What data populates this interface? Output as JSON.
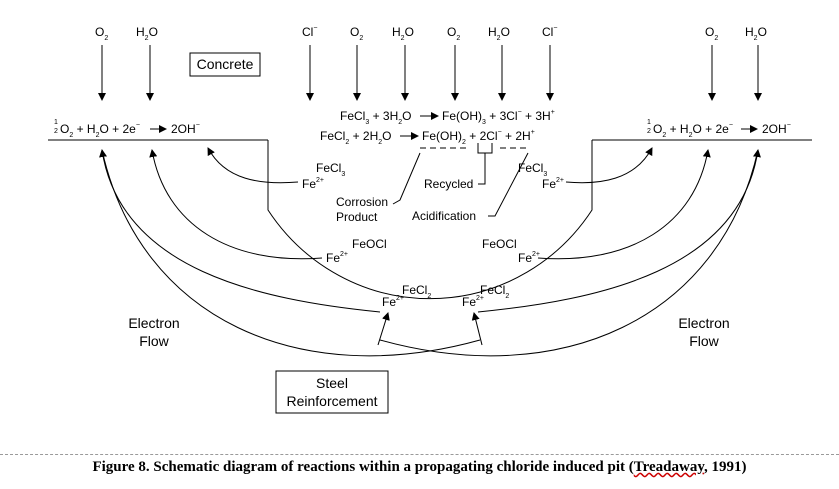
{
  "inputs_top": [
    {
      "text": "O",
      "sub": "2",
      "pos": "top-left-1"
    },
    {
      "text": "H",
      "sub": "2",
      "tail": "O",
      "pos": "top-left-2"
    },
    {
      "text": "Cl",
      "sup": "−",
      "pos": "top-mid-1"
    },
    {
      "text": "O",
      "sub": "2",
      "pos": "top-mid-2"
    },
    {
      "text": "H",
      "sub": "2",
      "tail": "O",
      "pos": "top-mid-3"
    },
    {
      "text": "O",
      "sub": "2",
      "pos": "top-mid-4"
    },
    {
      "text": "H",
      "sub": "2",
      "tail": "O",
      "pos": "top-mid-5"
    },
    {
      "text": "Cl",
      "sup": "−",
      "pos": "top-mid-6"
    },
    {
      "text": "O",
      "sub": "2",
      "pos": "top-right-1"
    },
    {
      "text": "H",
      "sub": "2",
      "tail": "O",
      "pos": "top-right-2"
    }
  ],
  "boxes": {
    "concrete": "Concrete",
    "steel_line1": "Steel",
    "steel_line2": "Reinforcement"
  },
  "cathodic_reaction": {
    "half_num": "1",
    "half_den": "2",
    "body1": "O",
    "sub": "2",
    "body2": " + H",
    "sub2": "2",
    "body3": "O + 2e",
    "sup": "−",
    "product": "2OH",
    "product_sup": "−"
  },
  "reactions": {
    "r1_a": "FeCl",
    "r1_a_sub": "3",
    "r1_b": " + 3H",
    "r1_b_sub": "2",
    "r1_c": "O",
    "r1_d": "Fe(OH)",
    "r1_d_sub": "3",
    "r1_e": " + 3Cl",
    "r1_e_sup": "−",
    "r1_f": " + 3H",
    "r1_f_sup": "+",
    "r2_a": "FeCl",
    "r2_a_sub": "2",
    "r2_b": " + 2H",
    "r2_b_sub": "2",
    "r2_c": "O",
    "r2_d": "Fe(OH)",
    "r2_d_sub": "2",
    "r2_e": " + 2Cl",
    "r2_e_sup": "−",
    "r2_f": " +  2H",
    "r2_f_sup": "+"
  },
  "labels": {
    "recycled": "Recycled",
    "acidification": "Acidification",
    "corrosion_1": "Corrosion",
    "corrosion_2": "Product",
    "electron_flow_1": "Electron",
    "electron_flow_2": "Flow"
  },
  "species": {
    "fecl3": "FeCl",
    "fecl3_sub": "3",
    "feocl": "FeOCl",
    "fecl2": "FeCl",
    "fecl2_sub": "2",
    "fe": "Fe",
    "fe_sup": "2+"
  },
  "caption": {
    "main": "Figure 8.  Schematic diagram of reactions within a propagating chloride induced pit (",
    "cite": "Treadaway",
    "end": ", 1991)"
  }
}
